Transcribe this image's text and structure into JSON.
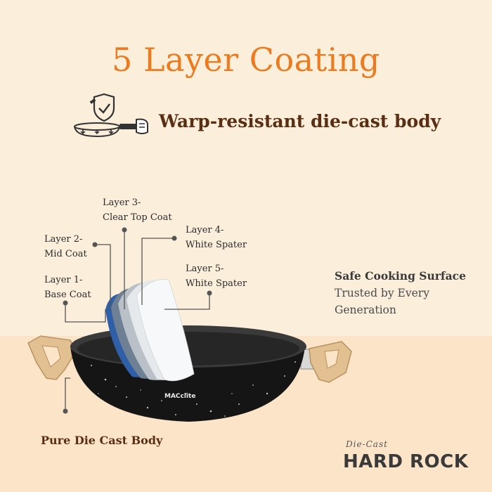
{
  "title": "5 Layer Coating",
  "feature": {
    "text": "Warp-resistant die-cast body",
    "icon": "shield-pan-icon"
  },
  "layers": [
    {
      "line1": "Layer 1-",
      "line2": "Base Coat"
    },
    {
      "line1": "Layer 2-",
      "line2": "Mid Coat"
    },
    {
      "line1": "Layer 3-",
      "line2": "Clear Top Coat"
    },
    {
      "line1": "Layer 4-",
      "line2": "White Spater"
    },
    {
      "line1": "Layer 5-",
      "line2": "White Spater"
    }
  ],
  "right": {
    "heading": "Safe Cooking Surface",
    "line1": "Trusted by Every",
    "line2": "Generation"
  },
  "body_label": "Pure Die Cast Body",
  "brand": {
    "tag": "Die-Cast",
    "name": "HARD ROCK"
  },
  "pan_logo": "MACclite",
  "colors": {
    "accent": "#ec7a1f",
    "heading_brown": "#5a2e12",
    "background": "#fbefdc"
  }
}
